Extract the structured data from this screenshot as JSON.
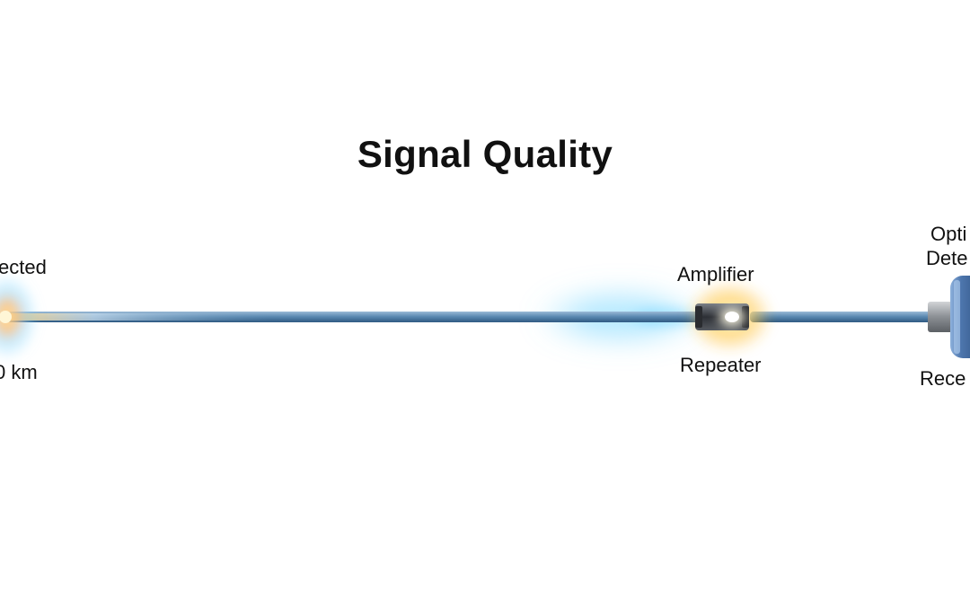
{
  "title": "Signal Quality",
  "labels": {
    "left_top": "ected",
    "left_bottom": "0 km",
    "amp_top": "Amplifier",
    "amp_bottom": "Repeater",
    "right_top_1": "Opti",
    "right_top_2": "Dete",
    "right_bottom": "Rece"
  },
  "colors": {
    "fiber": "#4f7ea6",
    "glow_blue": "#6fd3ff",
    "glow_amber": "#ffb21a",
    "detector": "#4d76ad"
  }
}
